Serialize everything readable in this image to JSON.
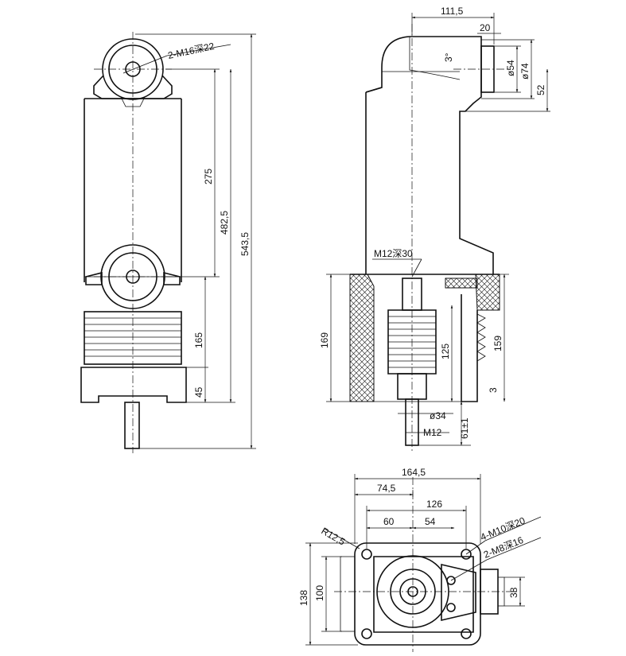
{
  "dims": {
    "thread_top": "2-M16深22",
    "d275": "275",
    "d4825": "482,5",
    "d5435": "543,5",
    "d165": "165",
    "d45": "45",
    "d1115": "111,5",
    "d20": "20",
    "d3deg": "3°",
    "d54": "ø54",
    "d74": "ø74",
    "d52": "52",
    "m12_30": "M12深30",
    "d169": "169",
    "d125": "125",
    "d159": "159",
    "d3": "3",
    "d34": "ø34",
    "m12": "M12",
    "d61": "61±1",
    "d1645": "164,5",
    "d745": "74,5",
    "d126": "126",
    "d60": "60",
    "d54b": "54",
    "r125": "R12,5",
    "m10": "4-M10深20",
    "m8": "2-M8深16",
    "d138": "138",
    "d100": "100",
    "d38": "38"
  }
}
